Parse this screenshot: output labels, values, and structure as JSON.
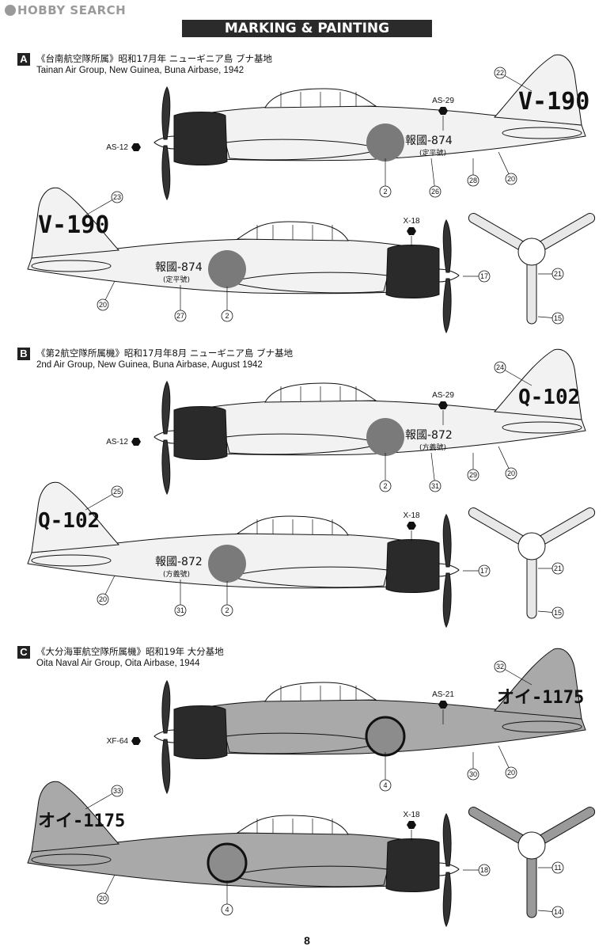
{
  "watermark": "HOBBY SEARCH",
  "page_title": "MARKING & PAINTING",
  "page_number": "8",
  "schemes": [
    {
      "letter": "A",
      "title_jp": "《台南航空隊所属》昭和17月年 ニューギニア島 ブナ基地",
      "title_en": "Tainan Air Group, New Guinea, Buna Airbase, 1942",
      "tail_code": "V-190",
      "fuselage_code": "報國-874",
      "fuselage_sub": "(定平號)",
      "paint": {
        "spinner": "AS-12",
        "fuselage": "AS-29",
        "cowl": "X-18"
      },
      "callouts": {
        "top_tail": "22",
        "top_roundel": "2",
        "top_code": "26",
        "top_stencil": "28",
        "top_tailplane": "20",
        "bottom_tail": "23",
        "bottom_tailplane": "20",
        "bottom_code": "27",
        "bottom_roundel": "2",
        "spinner": "17",
        "prop_blade": "21",
        "prop_tip": "15"
      }
    },
    {
      "letter": "B",
      "title_jp": "《第2航空隊所属機》昭和17月年8月 ニューギニア島 ブナ基地",
      "title_en": "2nd Air Group, New Guinea, Buna Airbase, August 1942",
      "tail_code": "Q-102",
      "fuselage_code": "報國-872",
      "fuselage_sub": "(方義號)",
      "paint": {
        "spinner": "AS-12",
        "fuselage": "AS-29",
        "cowl": "X-18"
      },
      "callouts": {
        "top_tail": "24",
        "top_roundel": "2",
        "top_code": "31",
        "top_stencil": "29",
        "top_tailplane": "20",
        "bottom_tail": "25",
        "bottom_tailplane": "20",
        "bottom_code": "31",
        "bottom_roundel": "2",
        "spinner": "17",
        "prop_blade": "21",
        "prop_tip": "15"
      }
    },
    {
      "letter": "C",
      "title_jp": "《大分海軍航空隊所属機》昭和19年 大分基地",
      "title_en": "Oita Naval Air Group, Oita Airbase, 1944",
      "tail_code": "オイ-1175",
      "paint": {
        "spinner": "XF-64",
        "fuselage": "AS-21",
        "cowl": "X-18"
      },
      "callouts": {
        "top_tail": "32",
        "top_roundel": "4",
        "top_stencil": "30",
        "top_tailplane": "20",
        "bottom_tail": "33",
        "bottom_tailplane": "20",
        "bottom_roundel": "4",
        "spinner": "18",
        "prop_blade": "11",
        "prop_tip": "14"
      }
    }
  ]
}
